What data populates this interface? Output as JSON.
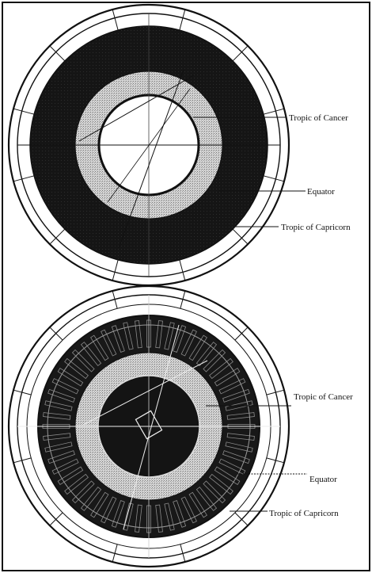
{
  "diagram": {
    "top": {
      "labels": {
        "tropic_of_cancer": "Tropic of Cancer",
        "equator": "Equator",
        "tropic_of_capricorn": "Tropic of Capricorn"
      }
    },
    "bottom": {
      "labels": {
        "tropic_of_cancer": "Tropic of Cancer",
        "equator": "Equator",
        "tropic_of_capricorn": "Tropic of Capricorn"
      }
    }
  },
  "colors": {
    "frame": "#111111",
    "dark_band": "#1a1a1a",
    "stipple_band": "#c8c8c8",
    "line": "#111111",
    "background": "#ffffff"
  }
}
